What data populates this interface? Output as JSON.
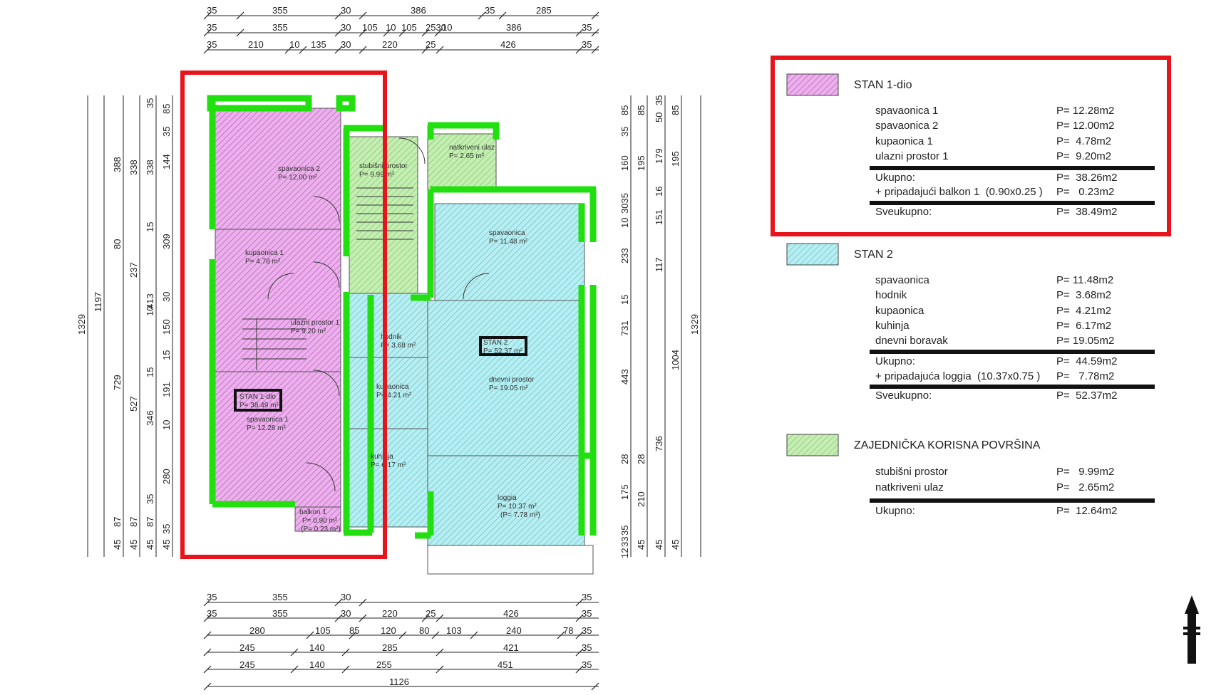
{
  "dims": {
    "top": [
      [
        "35",
        "355",
        "30",
        "386",
        "35",
        "285"
      ],
      [
        "35",
        "355",
        "30",
        "105",
        "10",
        "105",
        "2530",
        "10",
        "386",
        "35"
      ],
      [
        "35",
        "210",
        "10",
        "135",
        "30",
        "220",
        "25",
        "426",
        "35"
      ]
    ],
    "bottom": [
      [
        "35",
        "355",
        "30",
        "35"
      ],
      [
        "35",
        "355",
        "30",
        "220",
        "25",
        "426",
        "35"
      ],
      [
        "280",
        "105",
        "85",
        "120",
        "80",
        "103",
        "240",
        "78",
        "35"
      ],
      [
        "245",
        "140",
        "285",
        "421",
        "35"
      ],
      [
        "245",
        "140",
        "255",
        "451",
        "35"
      ],
      [
        "1126"
      ]
    ],
    "left": {
      "c1": [
        "1329"
      ],
      "c2": [
        "1197"
      ],
      "c3": [
        "388",
        "80",
        "729",
        "87",
        "45"
      ],
      "c4": [
        "338",
        "237",
        "527",
        "87",
        "45"
      ],
      "c5": [
        "35",
        "338",
        "15",
        "10",
        "413",
        "15",
        "346",
        "35",
        "87",
        "45"
      ],
      "c6": [
        "85",
        "35",
        "144",
        "309",
        "30",
        "150",
        "15",
        "191",
        "10",
        "280",
        "35",
        "45"
      ]
    },
    "right": {
      "c1": [
        "85",
        "35",
        "160",
        "3035",
        "10",
        "233",
        "15",
        "731",
        "443",
        "28",
        "175",
        "35",
        "12",
        "33"
      ],
      "c2": [
        "85",
        "195",
        "117",
        "28",
        "210",
        "45"
      ],
      "c3": [
        "50",
        "35",
        "179",
        "16",
        "151",
        "1004",
        "736",
        "45"
      ],
      "c4": [
        "85",
        "195",
        "45"
      ],
      "c5": [
        "1329"
      ]
    }
  },
  "rooms": {
    "spavaonica2": {
      "name": "spavaonica 2",
      "area": "P= 12.00 m²"
    },
    "kupaonica1": {
      "name": "kupaonica 1",
      "area": "P= 4.78 m²"
    },
    "ulazni": {
      "name": "ulazni prostor 1",
      "area": "P= 9.20 m²"
    },
    "stan1tag": {
      "name": "STAN 1-dio",
      "area": "P= 38.49 m²"
    },
    "spavaonica1": {
      "name": "spavaonica 1",
      "area": "P= 12.28 m²"
    },
    "balkon": {
      "name": "balkon 1",
      "area": "P= 0.90 m²",
      "extra": "(P= 0.23 m²)"
    },
    "stubisni": {
      "name": "stubišni prostor",
      "area": "P= 9.99 m²"
    },
    "natkriveni": {
      "name": "natkriveni ulaz",
      "area": "P= 2.65 m²"
    },
    "spavaonica": {
      "name": "spavaonica",
      "area": "P= 11.48 m²"
    },
    "hodnik": {
      "name": "hodnik",
      "area": "P= 3.68 m²"
    },
    "stan2tag": {
      "name": "STAN 2",
      "area": "P= 52.37 m²"
    },
    "kupaonica": {
      "name": "kupaonica",
      "area": "P= 4.21 m²"
    },
    "dnevni": {
      "name": "dnevni prostor",
      "area": "P= 19.05 m²"
    },
    "kuhinja": {
      "name": "kuhinja",
      "area": "P= 6.17 m²"
    },
    "loggia": {
      "name": "loggia",
      "area": "P= 10.37 m²",
      "extra": "(P= 7.78 m²)"
    }
  },
  "legend": {
    "stan1": {
      "title": "STAN 1-dio",
      "swatch": "#e89ae8",
      "rows": [
        [
          "spavaonica 1",
          "P= 12.28m2"
        ],
        [
          "spavaonica 2",
          "P= 12.00m2"
        ],
        [
          "kupaonica 1",
          "P=  4.78m2"
        ],
        [
          "ulazni prostor 1",
          "P=  9.20m2"
        ]
      ],
      "ukupno": [
        "Ukupno:",
        "P=  38.26m2"
      ],
      "extra": [
        "+ pripadajući balkon 1  (0.90x0.25 )",
        "P=   0.23m2"
      ],
      "sveukupno": [
        "Sveukupno:",
        "P=  38.49m2"
      ]
    },
    "stan2": {
      "title": "STAN 2",
      "swatch": "#9ce8ee",
      "rows": [
        [
          "spavaonica",
          "P= 11.48m2"
        ],
        [
          "hodnik",
          "P=  3.68m2"
        ],
        [
          "kupaonica",
          "P=  4.21m2"
        ],
        [
          "kuhinja",
          "P=  6.17m2"
        ],
        [
          "dnevni boravak",
          "P= 19.05m2"
        ]
      ],
      "ukupno": [
        "Ukupno:",
        "P=  44.59m2"
      ],
      "extra": [
        "+ pripadajuća loggia  (10.37x0.75 )",
        "P=   7.78m2"
      ],
      "sveukupno": [
        "Sveukupno:",
        "P=  52.37m2"
      ]
    },
    "zajednicka": {
      "title": "ZAJEDNIČKA KORISNA POVRŠINA",
      "swatch": "#a6e88e",
      "rows": [
        [
          "stubišni prostor",
          "P=   9.99m2"
        ],
        [
          "natkriveni ulaz",
          "P=   2.65m2"
        ]
      ],
      "ukupno": [
        "Ukupno:",
        "P=  12.64m2"
      ]
    }
  },
  "colors": {
    "highlight": "#e8141c",
    "wall": "#22e010",
    "stan1": "#d37ad6",
    "stan2": "#7fd8e0",
    "common": "#9ad880"
  },
  "icons": [
    "north-arrow-icon"
  ]
}
